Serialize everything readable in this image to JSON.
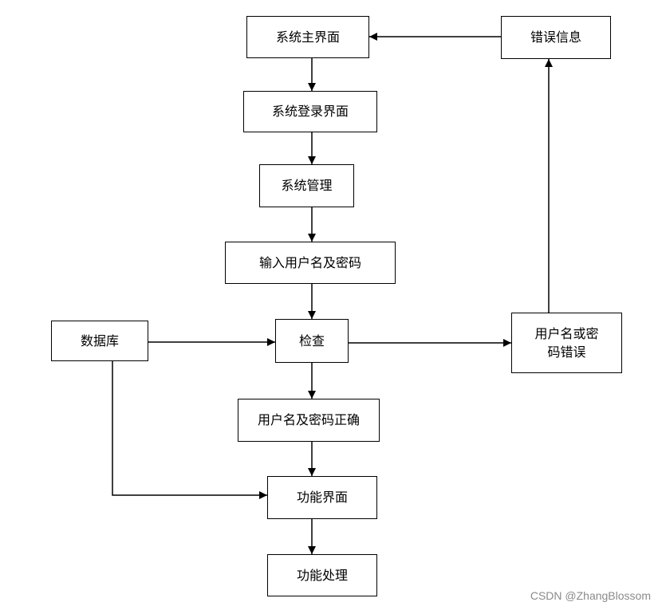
{
  "nodes": {
    "main_ui": "系统主界面",
    "login_ui": "系统登录界面",
    "sys_manage": "系统管理",
    "input_credentials": "输入用户名及密码",
    "check": "检查",
    "credentials_correct": "用户名及密码正确",
    "function_ui": "功能界面",
    "function_process": "功能处理",
    "database": "数据库",
    "credentials_wrong_line1": "用户名或密",
    "credentials_wrong_line2": "码错误",
    "error_info": "错误信息"
  },
  "watermark": "CSDN @ZhangBlossom"
}
